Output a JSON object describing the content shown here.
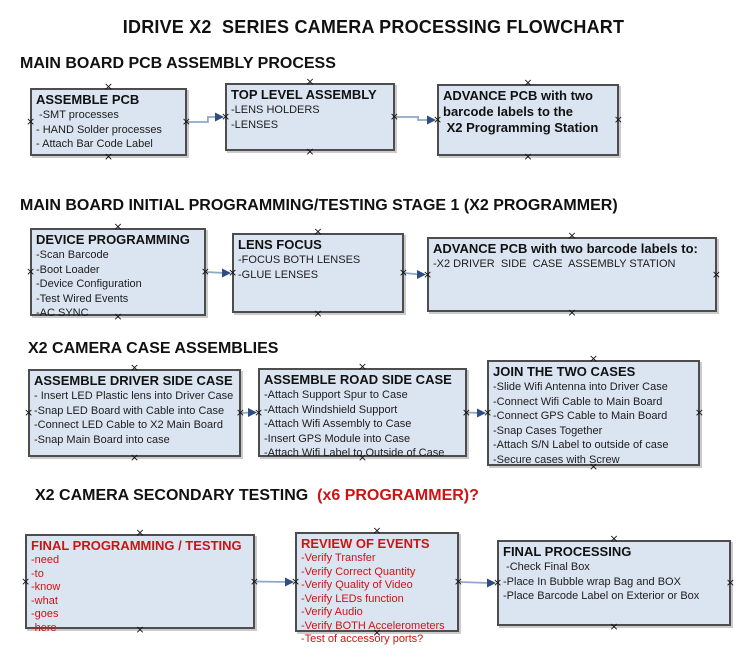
{
  "page": {
    "title": "IDRIVE X2  SERIES CAMERA PROCESSING FLOWCHART"
  },
  "colors": {
    "box_fill": "#dbe5f1",
    "box_border": "#4d4d4d",
    "red": "#cc1414",
    "connector_line": "#8fa7c6",
    "connector_arrow": "#2e4d85"
  },
  "sections": [
    {
      "heading": "MAIN BOARD PCB ASSEMBLY PROCESS"
    },
    {
      "heading": "MAIN BOARD INITIAL PROGRAMMING/TESTING STAGE 1 (X2 PROGRAMMER)"
    },
    {
      "heading": "X2 CAMERA CASE ASSEMBLIES"
    },
    {
      "heading": "X2 CAMERA SECONDARY TESTING ",
      "heading_red": " (x6 PROGRAMMER)?"
    }
  ],
  "boxes": [
    {
      "id": "assemble-pcb",
      "title": "ASSEMBLE PCB",
      "items": [
        " -SMT processes",
        "- HAND Solder processes",
        "- Attach Bar Code Label"
      ]
    },
    {
      "id": "top-level-assembly",
      "title": "TOP LEVEL ASSEMBLY",
      "items": [
        "-LENS HOLDERS",
        "-LENSES"
      ]
    },
    {
      "id": "advance-pcb-to-programming",
      "title": "ADVANCE PCB with two\nbarcode labels to the\n X2 Programming Station",
      "items": []
    },
    {
      "id": "device-programming",
      "title": "DEVICE PROGRAMMING",
      "items": [
        "-Scan Barcode",
        "-Boot Loader",
        "-Device Configuration",
        "-Test Wired Events",
        "-AC SYNC"
      ]
    },
    {
      "id": "lens-focus",
      "title": "LENS FOCUS",
      "items": [
        "-FOCUS BOTH LENSES",
        "-GLUE LENSES"
      ]
    },
    {
      "id": "advance-pcb-to-driver",
      "title": "ADVANCE PCB with two barcode labels to:",
      "items": [
        "-X2 DRIVER  SIDE  CASE  ASSEMBLY STATION"
      ]
    },
    {
      "id": "assemble-driver-side-case",
      "title": "ASSEMBLE DRIVER SIDE CASE",
      "items": [
        "- Insert LED Plastic lens into Driver Case",
        "-Snap LED Board with Cable into Case",
        "-Connect LED Cable to X2 Main Board",
        "-Snap Main Board into case"
      ]
    },
    {
      "id": "assemble-road-side-case",
      "title": "ASSEMBLE ROAD SIDE CASE",
      "items": [
        "-Attach Support Spur to Case",
        "-Attach Windshield Support",
        "-Attach Wifi Assembly to Case",
        "-Insert GPS Module into Case",
        "-Attach Wifi Label to Outside of Case"
      ]
    },
    {
      "id": "join-the-two-cases",
      "title": "JOIN THE TWO CASES",
      "items": [
        "-Slide Wifi Antenna into Driver Case",
        "-Connect Wifi Cable to Main Board",
        "-Connect GPS Cable to Main Board",
        "-Snap Cases Together",
        "-Attach S/N Label to outside of case",
        "-Secure cases with Screw"
      ]
    },
    {
      "id": "final-programming-testing",
      "red": true,
      "title": "FINAL PROGRAMMING / TESTING",
      "items": [
        "-need",
        "-to",
        "-know",
        "-what",
        "-goes",
        "-here"
      ]
    },
    {
      "id": "review-of-events",
      "red": true,
      "title": "REVIEW OF EVENTS",
      "items": [
        "-Verify Transfer",
        "-Verify Correct Quantity",
        "-Verify Quality of Video",
        "-Verify LEDs function",
        "-Verify Audio",
        "-Verify BOTH Accelerometers",
        "-Test of accessory ports?"
      ]
    },
    {
      "id": "final-processing",
      "title": "FINAL PROCESSING",
      "items": [
        " -Check Final Box",
        "-Place In Bubble wrap Bag and BOX",
        "-Place Barcode Label on Exterior or Box"
      ]
    }
  ],
  "edges": [
    {
      "from": "assemble-pcb",
      "to": "top-level-assembly"
    },
    {
      "from": "top-level-assembly",
      "to": "advance-pcb-to-programming"
    },
    {
      "from": "device-programming",
      "to": "lens-focus"
    },
    {
      "from": "lens-focus",
      "to": "advance-pcb-to-driver"
    },
    {
      "from": "assemble-driver-side-case",
      "to": "assemble-road-side-case"
    },
    {
      "from": "assemble-road-side-case",
      "to": "join-the-two-cases"
    },
    {
      "from": "final-programming-testing",
      "to": "review-of-events"
    },
    {
      "from": "review-of-events",
      "to": "final-processing"
    }
  ]
}
